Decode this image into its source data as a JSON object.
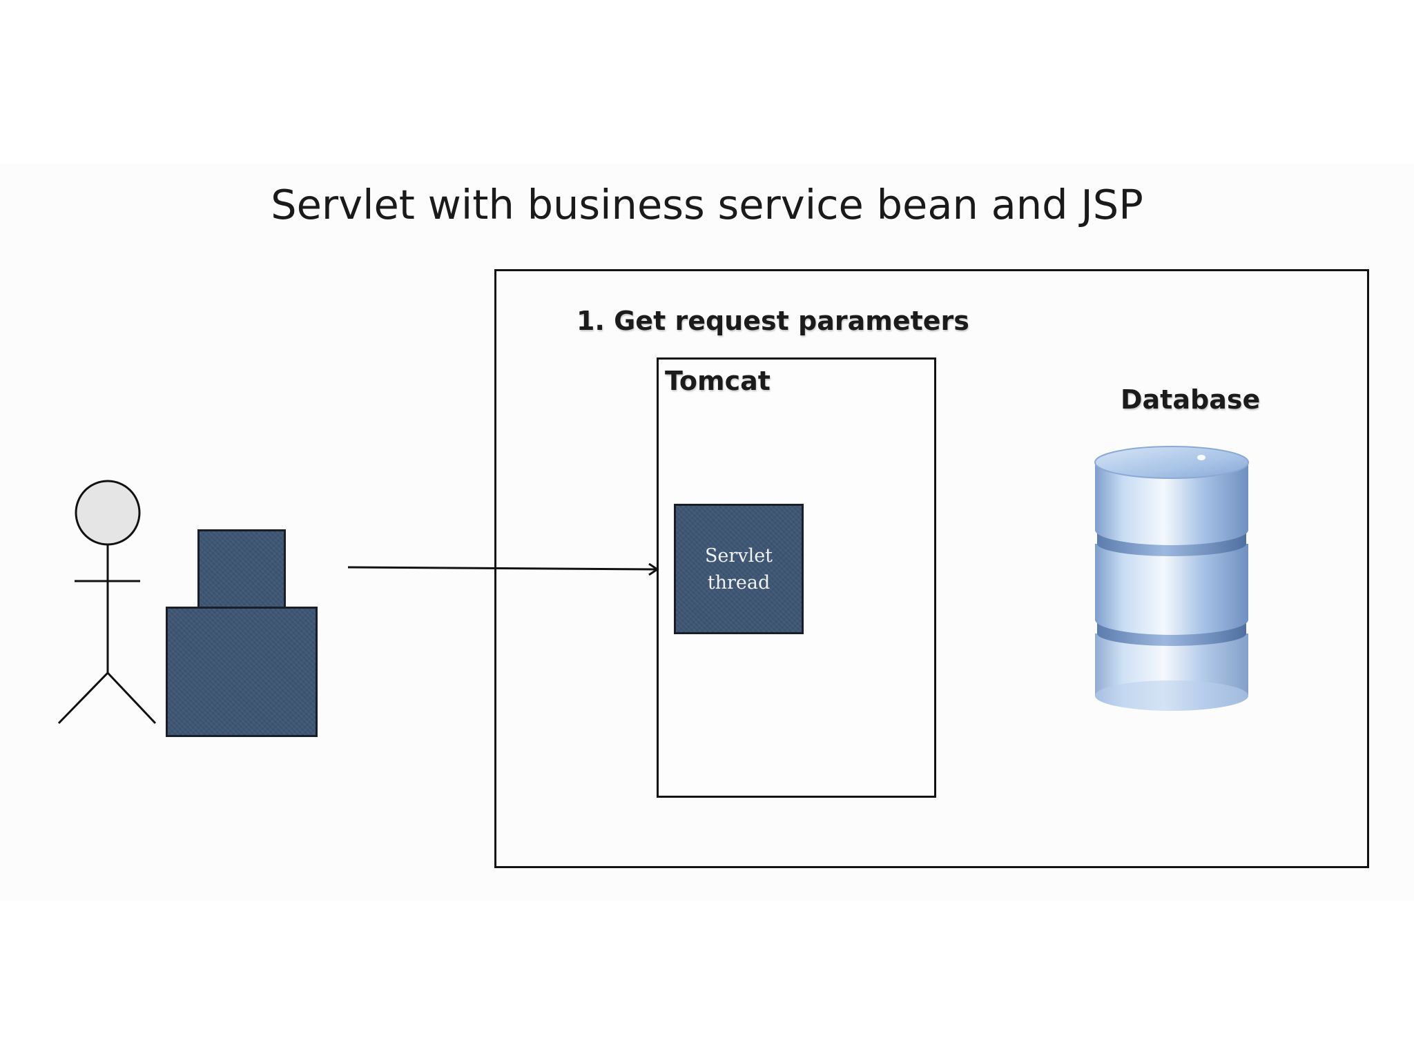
{
  "title": "Servlet with business service bean and JSP",
  "step": {
    "label": "1. Get request parameters"
  },
  "tomcat": {
    "label": "Tomcat"
  },
  "servlet_thread": {
    "line1": "Servlet",
    "line2": "thread"
  },
  "database": {
    "label": "Database"
  },
  "colors": {
    "block_fill": "#3e5674",
    "line": "#111111",
    "database_blue": "#9fbfe4"
  },
  "icons": {
    "user": "stick-figure-icon",
    "client": "client-computer-icon",
    "database": "database-cylinder-icon",
    "arrow": "arrow-right-icon"
  }
}
